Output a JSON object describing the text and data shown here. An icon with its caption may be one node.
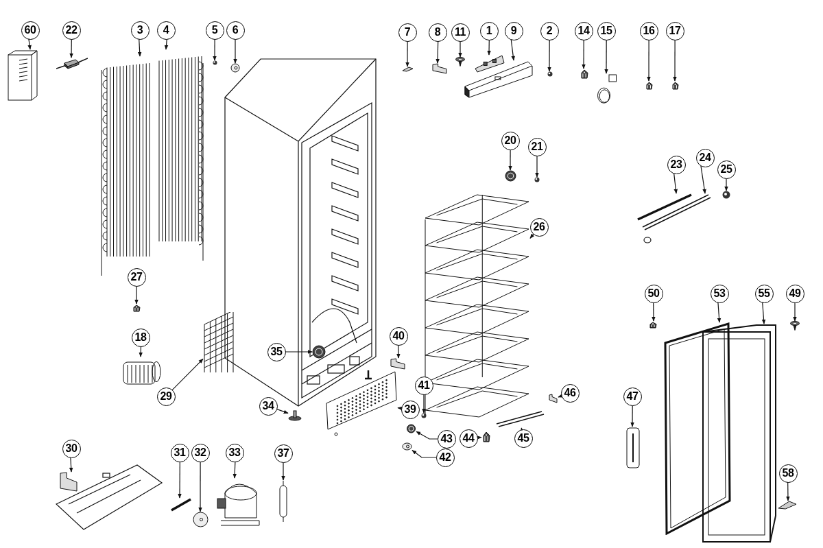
{
  "diagram": {
    "nodes": [
      {
        "text": [
          "60"
        ]
      },
      {
        "text": [],
        "shape": "picture"
      },
      {
        "text": [
          "22"
        ]
      },
      {
        "text": [],
        "shape": "picture"
      },
      {
        "text": [
          "3"
        ]
      },
      {
        "text": [],
        "shape": "picture"
      },
      {
        "text": [
          "4"
        ]
      },
      {
        "text": [],
        "shape": "picture"
      },
      {
        "text": [
          "5"
        ]
      },
      {
        "text": [],
        "shape": "picture"
      },
      {
        "text": [
          "6"
        ]
      },
      {
        "text": [],
        "shape": "picture"
      },
      {
        "text": [
          "7"
        ]
      },
      {
        "text": [],
        "shape": "picture"
      },
      {
        "text": [
          "8"
        ]
      },
      {
        "text": [],
        "shape": "picture"
      },
      {
        "text": [
          "11"
        ]
      },
      {
        "text": [],
        "shape": "picture"
      },
      {
        "text": [
          "1"
        ]
      },
      {
        "text": [],
        "shape": "picture"
      },
      {
        "text": [
          "9"
        ]
      },
      {
        "text": [],
        "shape": "picture"
      },
      {
        "text": [
          "2"
        ]
      },
      {
        "text": [],
        "shape": "picture"
      },
      {
        "text": [
          "14"
        ]
      },
      {
        "text": [],
        "shape": "picture"
      },
      {
        "text": [
          "15"
        ]
      },
      {
        "text": [],
        "shape": "picture"
      },
      {
        "text": [
          "16"
        ]
      },
      {
        "text": [],
        "shape": "picture"
      },
      {
        "text": [
          "17"
        ]
      },
      {
        "text": [],
        "shape": "picture"
      },
      {
        "text": [
          "20"
        ]
      },
      {
        "text": [],
        "shape": "picture"
      },
      {
        "text": [
          "21"
        ]
      },
      {
        "text": [],
        "shape": "picture"
      },
      {
        "text": [
          "23"
        ]
      },
      {
        "text": [],
        "shape": "picture"
      },
      {
        "text": [
          "24"
        ]
      },
      {
        "text": [],
        "shape": "picture"
      },
      {
        "text": [
          "25"
        ]
      },
      {
        "text": [],
        "shape": "picture"
      },
      {
        "text": [
          "26"
        ]
      },
      {
        "text": [],
        "shape": "picture"
      },
      {
        "text": [
          "27"
        ]
      },
      {
        "text": [],
        "shape": "picture"
      },
      {
        "text": [
          "18"
        ]
      },
      {
        "text": [],
        "shape": "picture"
      },
      {
        "text": [
          "29"
        ]
      },
      {
        "text": [],
        "shape": "picture"
      },
      {
        "text": [
          "35"
        ]
      },
      {
        "text": [],
        "shape": "picture"
      },
      {
        "text": [
          "40"
        ]
      },
      {
        "text": [],
        "shape": "picture"
      },
      {
        "text": [
          "34"
        ]
      },
      {
        "text": [],
        "shape": "picture"
      },
      {
        "text": [
          "39"
        ]
      },
      {
        "text": [],
        "shape": "picture"
      },
      {
        "text": [
          "41"
        ]
      },
      {
        "text": [],
        "shape": "picture"
      },
      {
        "text": [
          "43"
        ]
      },
      {
        "text": [],
        "shape": "picture"
      },
      {
        "text": [
          "42"
        ]
      },
      {
        "text": [],
        "shape": "picture"
      },
      {
        "text": [
          "44"
        ]
      },
      {
        "text": [],
        "shape": "picture"
      },
      {
        "text": [
          "45"
        ]
      },
      {
        "text": [],
        "shape": "picture"
      },
      {
        "text": [
          "46"
        ]
      },
      {
        "text": [],
        "shape": "picture"
      },
      {
        "text": [
          "47"
        ]
      },
      {
        "text": [],
        "shape": "picture"
      },
      {
        "text": [
          "50"
        ]
      },
      {
        "text": [],
        "shape": "picture"
      },
      {
        "text": [
          "53"
        ]
      },
      {
        "text": [],
        "shape": "picture"
      },
      {
        "text": [
          "55"
        ]
      },
      {
        "text": [],
        "shape": "picture"
      },
      {
        "text": [
          "49"
        ]
      },
      {
        "text": [],
        "shape": "picture"
      },
      {
        "text": [
          "58"
        ]
      },
      {
        "text": [],
        "shape": "picture"
      },
      {
        "text": [
          "30"
        ]
      },
      {
        "text": [],
        "shape": "picture"
      },
      {
        "text": [
          "31"
        ]
      },
      {
        "text": [],
        "shape": "picture"
      },
      {
        "text": [
          "32"
        ]
      },
      {
        "text": [],
        "shape": "picture"
      },
      {
        "text": [
          "33"
        ]
      },
      {
        "text": [],
        "shape": "picture"
      },
      {
        "text": [
          "37"
        ]
      },
      {
        "text": [],
        "shape": "picture"
      }
    ],
    "edges": [
      {
        "from": 0,
        "to": 1,
        "arrow": "to"
      },
      {
        "from": 2,
        "to": 3,
        "arrow": "to"
      },
      {
        "from": 4,
        "to": 5,
        "arrow": "to"
      },
      {
        "from": 6,
        "to": 7,
        "arrow": "to"
      },
      {
        "from": 8,
        "to": 9,
        "arrow": "to"
      },
      {
        "from": 10,
        "to": 11,
        "arrow": "to"
      },
      {
        "from": 12,
        "to": 13,
        "arrow": "to"
      },
      {
        "from": 14,
        "to": 15,
        "arrow": "to"
      },
      {
        "from": 16,
        "to": 17,
        "arrow": "to"
      },
      {
        "from": 18,
        "to": 19,
        "arrow": "to"
      },
      {
        "from": 20,
        "to": 21,
        "arrow": "to"
      },
      {
        "from": 22,
        "to": 23,
        "arrow": "to"
      },
      {
        "from": 24,
        "to": 25,
        "arrow": "to"
      },
      {
        "from": 26,
        "to": 27,
        "arrow": "to"
      },
      {
        "from": 28,
        "to": 29,
        "arrow": "to"
      },
      {
        "from": 30,
        "to": 31,
        "arrow": "to"
      },
      {
        "from": 32,
        "to": 33,
        "arrow": "to"
      },
      {
        "from": 34,
        "to": 35,
        "arrow": "to"
      },
      {
        "from": 36,
        "to": 37,
        "arrow": "to"
      },
      {
        "from": 38,
        "to": 39,
        "arrow": "to"
      },
      {
        "from": 40,
        "to": 41,
        "arrow": "to"
      },
      {
        "from": 42,
        "to": 43,
        "arrow": "to"
      },
      {
        "from": 44,
        "to": 45,
        "arrow": "to"
      },
      {
        "from": 46,
        "to": 47,
        "arrow": "to"
      },
      {
        "from": 48,
        "to": 49,
        "arrow": "to"
      },
      {
        "from": 50,
        "to": 51,
        "arrow": "to"
      },
      {
        "from": 52,
        "to": 53,
        "arrow": "to"
      },
      {
        "from": 54,
        "to": 55,
        "arrow": "to"
      },
      {
        "from": 56,
        "to": 57,
        "arrow": "to"
      },
      {
        "from": 58,
        "to": 59,
        "arrow": "to"
      },
      {
        "from": 60,
        "to": 61,
        "arrow": "to"
      },
      {
        "from": 62,
        "to": 63,
        "arrow": "to"
      },
      {
        "from": 64,
        "to": 65,
        "arrow": "to"
      },
      {
        "from": 66,
        "to": 67,
        "arrow": "to"
      },
      {
        "from": 68,
        "to": 69,
        "arrow": "to"
      },
      {
        "from": 70,
        "to": 71,
        "arrow": "to"
      },
      {
        "from": 72,
        "to": 73,
        "arrow": "to"
      },
      {
        "from": 74,
        "to": 75,
        "arrow": "to"
      },
      {
        "from": 76,
        "to": 77,
        "arrow": "to"
      },
      {
        "from": 78,
        "to": 79,
        "arrow": "to"
      },
      {
        "from": 80,
        "to": 81,
        "arrow": "to"
      },
      {
        "from": 82,
        "to": 83,
        "arrow": "to"
      },
      {
        "from": 84,
        "to": 85,
        "arrow": "to"
      },
      {
        "from": 86,
        "to": 87,
        "arrow": "to"
      },
      {
        "from": 88,
        "to": 89,
        "arrow": "to"
      },
      {
        "from": 90,
        "to": 91,
        "arrow": "to"
      }
    ]
  }
}
